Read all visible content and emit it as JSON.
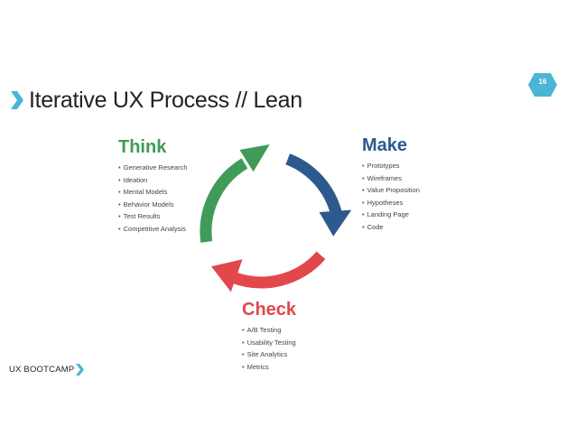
{
  "title": "Iterative UX Process // Lean",
  "page_number": "16",
  "footer": "UX BOOTCAMP",
  "colors": {
    "accent": "#4ab5d6",
    "think": "#3f9b57",
    "make": "#2d5a8e",
    "check": "#e2474b"
  },
  "icons": {
    "title_chevron": "chevron-right-icon",
    "footer_chevron": "chevron-right-icon",
    "badge": "hexagon-icon"
  },
  "think": {
    "heading": "Think",
    "items": [
      "Generative Research",
      "Ideation",
      "Mental Models",
      "Behavior Models",
      "Test Results",
      "Competitive Analysis"
    ]
  },
  "make": {
    "heading": "Make",
    "items": [
      "Prototypes",
      "Wireframes",
      "Value Proposition",
      "Hypotheses",
      "Landing Page",
      "Code"
    ]
  },
  "check": {
    "heading": "Check",
    "items": [
      "A/B Testing",
      "Usability Testing",
      "Site Analytics",
      "Metrics"
    ]
  }
}
